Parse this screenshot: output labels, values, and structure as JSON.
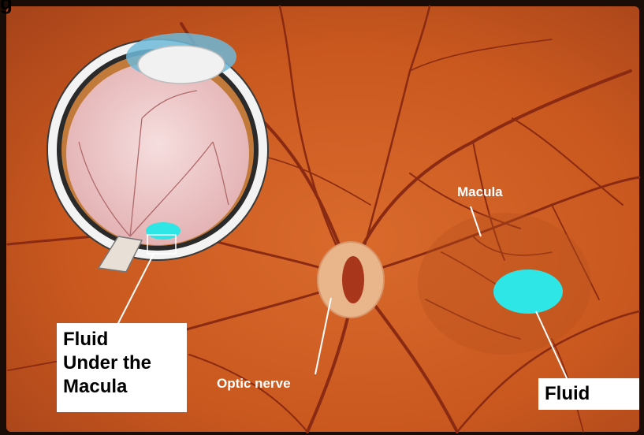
{
  "labels": {
    "corner": "g",
    "fluid_under": [
      "Fluid",
      "Under the",
      "Macula"
    ],
    "fluid": "Fluid",
    "macula": "Macula",
    "optic_nerve": "Optic nerve"
  },
  "colors": {
    "retina": "#c9581f",
    "retina_dark": "#a8411a",
    "vessel": "#8a2a12",
    "fluid": "#2ee6e6",
    "optic_disc": "#e9b58a",
    "eyeball_inner": "#efc7c7"
  }
}
